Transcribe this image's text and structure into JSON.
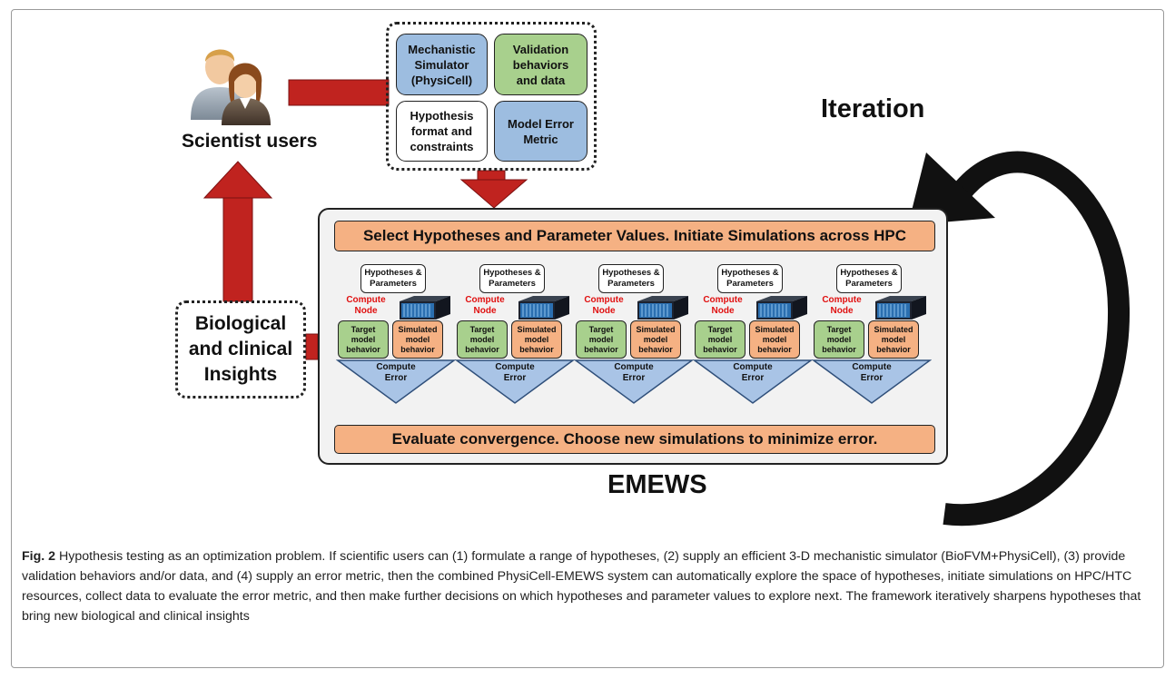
{
  "cluster": {
    "mechanistic": "Mechanistic\nSimulator\n(PhysiCell)",
    "validation": "Validation\nbehaviors\nand data",
    "hypothesis": "Hypothesis\nformat and\nconstraints",
    "error_metric": "Model Error\nMetric"
  },
  "scientist_label": "Scientist users",
  "insights_label": "Biological\nand clinical\nInsights",
  "iteration_label": "Iteration",
  "emews_label": "EMEWS",
  "top_bar": "Select Hypotheses and Parameter Values. Initiate Simulations across HPC",
  "bottom_bar": "Evaluate convergence. Choose new simulations to minimize error.",
  "node_labels": {
    "hypotheses": "Hypotheses &\nParameters",
    "compute_node": "Compute\nNode",
    "target": "Target\nmodel\nbehavior",
    "simulated": "Simulated\nmodel\nbehavior",
    "compute_error": "Compute\nError"
  },
  "caption": {
    "fig_label": "Fig. 2",
    "text": " Hypothesis testing as an optimization problem. If scientific users can (1) formulate a range of hypotheses, (2) supply an efficient 3-D mechanistic simulator (BioFVM+PhysiCell), (3) provide validation behaviors and/or data, and (4) supply an error metric, then the combined PhysiCell-EMEWS system can automatically explore the space of hypotheses, initiate simulations on HPC/HTC resources, collect data to evaluate the error metric, and then make further decisions on which hypotheses and parameter values to explore next. The framework iteratively sharpens hypotheses that bring new biological and clinical insights"
  },
  "colors": {
    "arrow_red": "#c0231f",
    "blue_box": "#9dbde0",
    "green_box": "#a8d08d",
    "orange_box": "#f5b183",
    "triangle": "#a9c4e6",
    "compute_node_text": "#e01010"
  },
  "icons": [
    "scientist-users-icon",
    "server-icon"
  ]
}
